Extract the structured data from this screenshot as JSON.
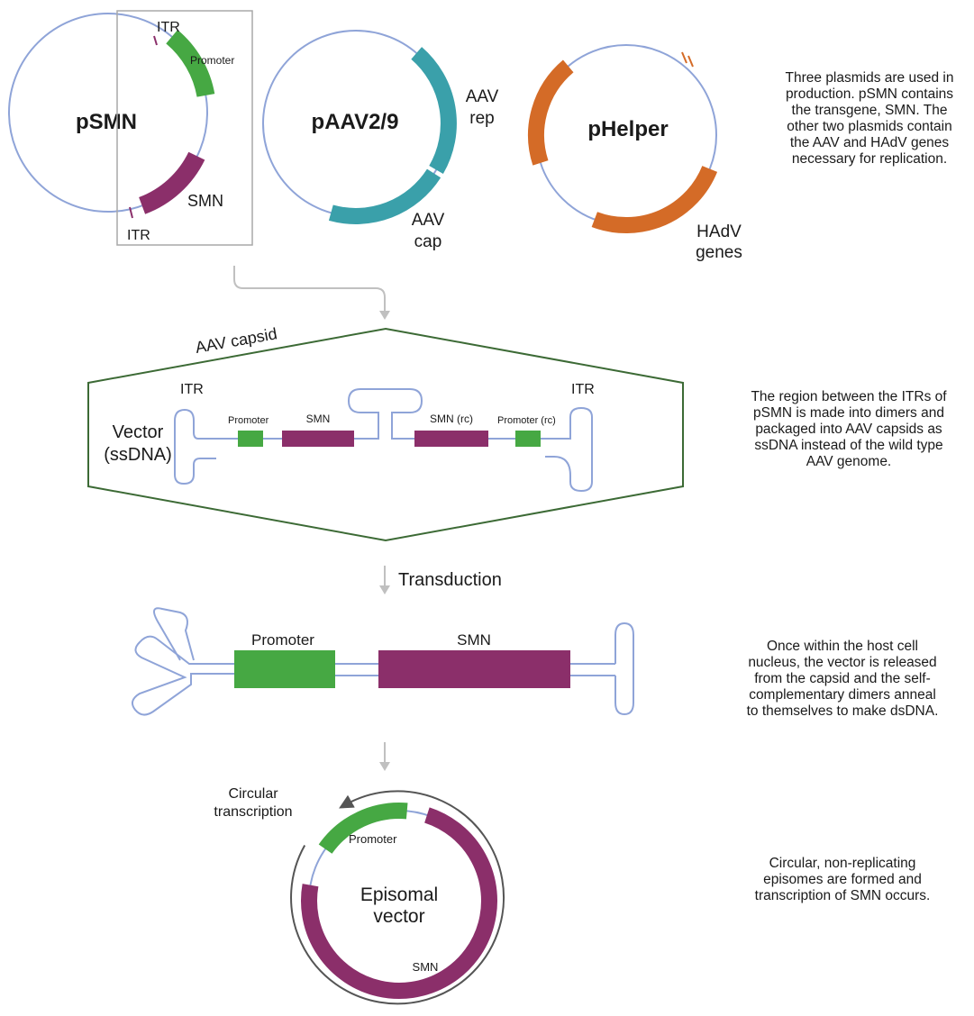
{
  "plasmids": {
    "psmn": {
      "name": "pSMN",
      "itr_top": "ITR",
      "itr_bottom": "ITR",
      "promoter": "Promoter",
      "smn": "SMN"
    },
    "paav": {
      "name": "pAAV2/9",
      "rep": [
        "AAV",
        "rep"
      ],
      "cap": [
        "AAV",
        "cap"
      ]
    },
    "phelper": {
      "name": "pHelper",
      "genes": [
        "HAdV",
        "genes"
      ]
    }
  },
  "capsid": {
    "label": "AAV capsid",
    "vector_label": [
      "Vector",
      "(ssDNA)"
    ],
    "itr_left": "ITR",
    "itr_right": "ITR",
    "promoter": "Promoter",
    "smn": "SMN",
    "smn_rc": "SMN (rc)",
    "promoter_rc": "Promoter (rc)"
  },
  "transduction": {
    "label": "Transduction",
    "promoter": "Promoter",
    "smn": "SMN"
  },
  "episome": {
    "circular_label": [
      "Circular",
      "transcription"
    ],
    "name": [
      "Episomal",
      "vector"
    ],
    "promoter": "Promoter",
    "smn": "SMN"
  },
  "descriptions": {
    "step1": "Three plasmids are used in\nproduction. pSMN contains\nthe transgene, SMN. The\nother two plasmids contain\nthe AAV and HAdV genes\nnecessary for replication.",
    "step2": "The region between the ITRs of\npSMN is made into dimers and\npackaged into AAV capsids as\nssDNA instead of the wild type\nAAV genome.",
    "step3": "Once within the host cell\nnucleus, the vector is released\nfrom the capsid and the self-\ncomplementary dimers anneal\nto themselves to make dsDNA.",
    "step4": "Circular, non-replicating\nepisomes are formed and\ntranscription of SMN occurs."
  },
  "colors": {
    "backbone": "#8fa4d8",
    "promoter": "#46a843",
    "smn": "#8b2f6a",
    "aav": "#3aa0aa",
    "helper": "#d46b27",
    "capsid": "#3c6a35",
    "arrow": "#c0c0c0"
  }
}
